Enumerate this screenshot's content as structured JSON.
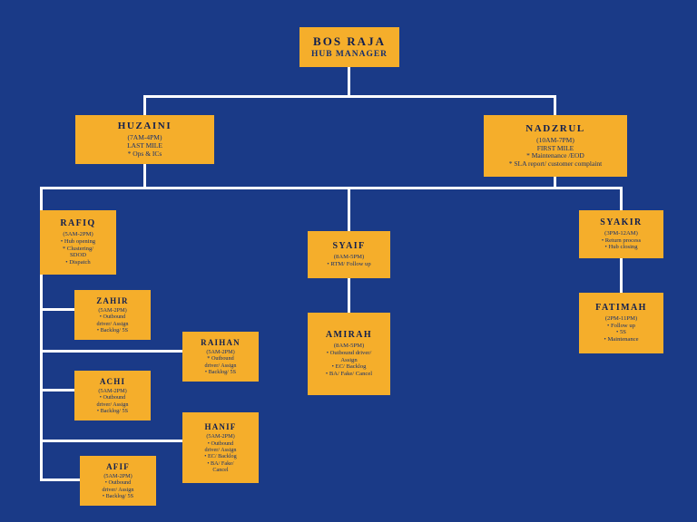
{
  "diagram": {
    "type": "organization-chart",
    "title": "Hub Organization Chart",
    "colors": {
      "background": "#1a3a87",
      "node_fill": "#f5ae2b",
      "node_text": "#12255c",
      "connector": "#ffffff"
    }
  },
  "nodes": {
    "bos_raja": {
      "name": "BOS RAJA",
      "lines": [
        "HUB MANAGER"
      ]
    },
    "huzaini": {
      "name": "HUZAINI",
      "lines": [
        "(7AM-4PM)",
        "LAST MILE",
        "* Ops & ICs"
      ]
    },
    "nadzrul": {
      "name": "NADZRUL",
      "lines": [
        "(10AM-7PM)",
        "FIRST MILE",
        "* Maintenance /EOD",
        "* SLA report/ customer complaint"
      ]
    },
    "rafiq": {
      "name": "RAFIQ",
      "lines": [
        "(5AM-2PM)",
        "• Hub opening",
        "* Clustering/",
        "SDOD",
        "• Dispatch"
      ]
    },
    "syaif": {
      "name": "SYAIF",
      "lines": [
        "(8AM-5PM)",
        "• RTM/ Follow up"
      ]
    },
    "syakir": {
      "name": "SYAKIR",
      "lines": [
        "(3PM-12AM)",
        "• Return process",
        "• Hub closing"
      ]
    },
    "fatimah": {
      "name": "FATIMAH",
      "lines": [
        "(2PM-11PM)",
        "• Follow up",
        "• 5S",
        "• Maintenance"
      ]
    },
    "amirah": {
      "name": "AMIRAH",
      "lines": [
        "(8AM-5PM)",
        "• Outbound driver/",
        "Assign",
        "• EC/ Backlog",
        "• BA/ Fake/ Cancel"
      ]
    },
    "zahir": {
      "name": "ZAHIR",
      "lines": [
        "(5AM-2PM)",
        "• Outbound",
        "driver/ Assign",
        "• Backlog/ 5S"
      ]
    },
    "raihan": {
      "name": "RAIHAN",
      "lines": [
        "(5AM-2PM)",
        "* Outbound",
        "driver/ Assign",
        "• Backlog/ 5S"
      ]
    },
    "achi": {
      "name": "ACHI",
      "lines": [
        "(5AM-2PM)",
        "• Outbound",
        "driver/ Assign",
        "• Backlog/ 5S"
      ]
    },
    "hanif": {
      "name": "HANIF",
      "lines": [
        "(5AM-2PM)",
        "• Outbound",
        "driver/ Assign",
        "• EC/ Backlog",
        "• BA/ Fake/",
        "Cancel"
      ]
    },
    "afif": {
      "name": "AFIF",
      "lines": [
        "(5AM-2PM)",
        "• Outbound",
        "driver/ Assign",
        "• Backlog/ 5S"
      ]
    }
  }
}
